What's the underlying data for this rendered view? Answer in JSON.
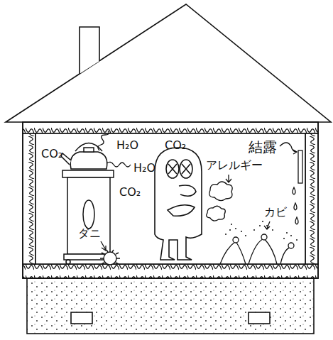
{
  "diagram": {
    "labels": [
      "CO₂",
      "結露",
      "H₂O",
      "CO₂",
      "H₂O",
      "アレルギー",
      "CO₂",
      "ダニ",
      "カビ"
    ]
  }
}
